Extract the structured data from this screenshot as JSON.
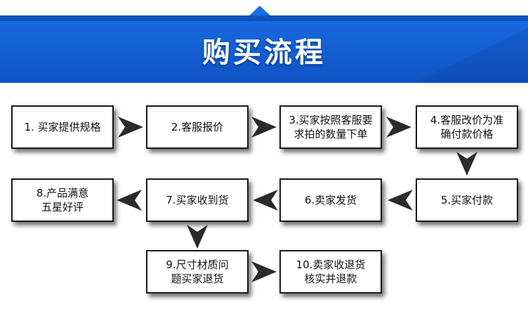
{
  "title": "购买流程",
  "colors": {
    "banner_blue": "#1565d8",
    "banner_dark": "#0b3f9c",
    "box_border": "#1a1a1a",
    "arrow": "#2b2b2b"
  },
  "steps": [
    {
      "id": 1,
      "label": "1. 买家提供规格"
    },
    {
      "id": 2,
      "label": "2.客服报价"
    },
    {
      "id": 3,
      "label": "3.买家按照客服要\n求拍的数量下单"
    },
    {
      "id": 4,
      "label": "4.客服改价为准\n确付款价格"
    },
    {
      "id": 5,
      "label": "5.买家付款"
    },
    {
      "id": 6,
      "label": "6.卖家发货"
    },
    {
      "id": 7,
      "label": "7.买家收到货"
    },
    {
      "id": 8,
      "label": "8.产品满意\n五星好评"
    },
    {
      "id": 9,
      "label": "9.尺寸材质问\n题买家退货"
    },
    {
      "id": 10,
      "label": "10.卖家收退货\n核实并退款"
    }
  ]
}
